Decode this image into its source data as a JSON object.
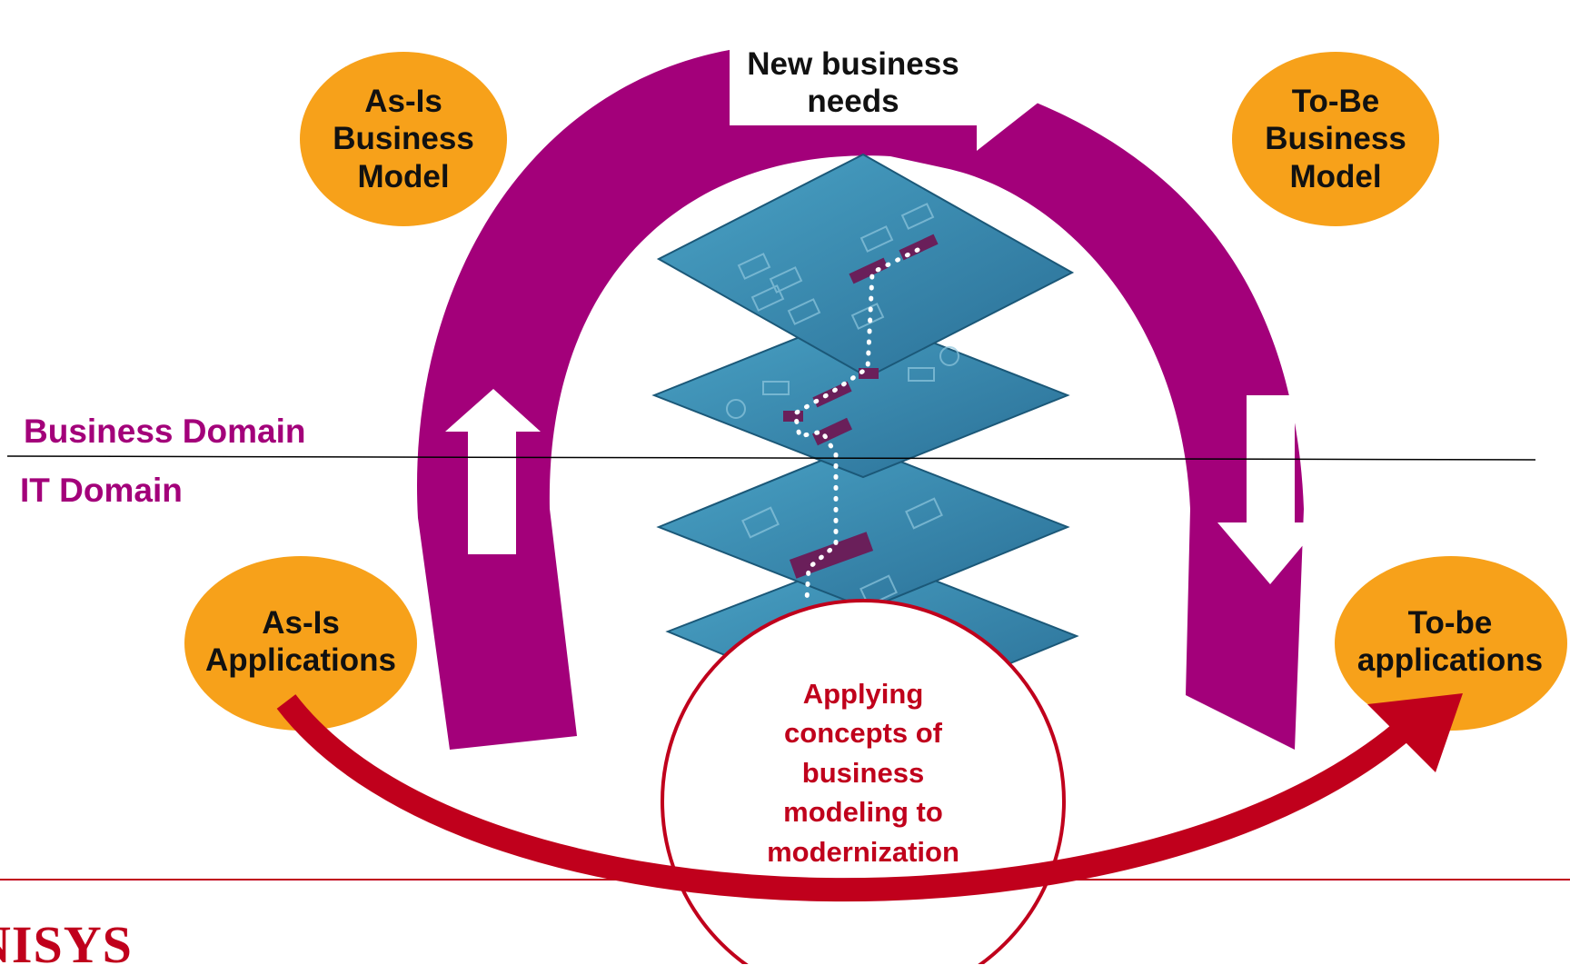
{
  "colors": {
    "arc": "#a3007a",
    "orange": "#f7a11a",
    "red": "#c0001c",
    "layer": "#3b8db2",
    "layer_edge": "#1b5878",
    "layer_mark": "#6a1f5a"
  },
  "nodes": {
    "as_is_business_model": "As-Is\nBusiness\nModel",
    "to_be_business_model": "To-Be\nBusiness\nModel",
    "as_is_applications": "As-Is\nApplications",
    "to_be_applications": "To-be\napplications"
  },
  "arrow_top_label": "New business\nneeds",
  "domains": {
    "business": "Business Domain",
    "it": "IT Domain"
  },
  "center_label": "Applying\nconcepts of\nbusiness\nmodeling to\nmodernization",
  "logo_text": "NISYS"
}
